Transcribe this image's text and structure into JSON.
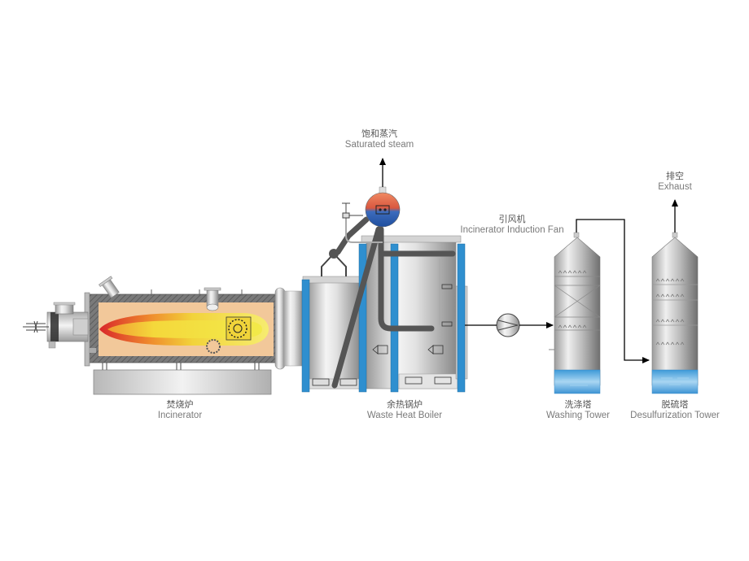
{
  "diagram": {
    "title": "Waste incineration and heat recovery process flow",
    "colors": {
      "flame_outer": "#d9262a",
      "flame_inner": "#f2e63a",
      "refractory": "#f2c89a",
      "steel_blue": "#2f8fcf",
      "water": "#4aa6e0",
      "steam_hot": "#e8714e",
      "steam_cold": "#2a5fb0",
      "flow_line": "#000000"
    },
    "nodes": [
      {
        "id": "incinerator",
        "label_cn": "焚烧炉",
        "label_en": "Incinerator"
      },
      {
        "id": "waste-heat-boiler",
        "label_cn": "余热锅炉",
        "label_en": "Waste Heat Boiler"
      },
      {
        "id": "saturated-steam",
        "label_cn": "饱和蒸汽",
        "label_en": "Saturated steam"
      },
      {
        "id": "induction-fan",
        "label_cn": "引风机",
        "label_en": "Incinerator Induction Fan"
      },
      {
        "id": "washing-tower",
        "label_cn": "洗涤塔",
        "label_en": "Washing Tower"
      },
      {
        "id": "desulfurization-tower",
        "label_cn": "脱硫塔",
        "label_en": "Desulfurization Tower"
      },
      {
        "id": "exhaust",
        "label_cn": "排空",
        "label_en": "Exhaust"
      }
    ],
    "edges": [
      {
        "from": "incinerator",
        "to": "waste-heat-boiler"
      },
      {
        "from": "waste-heat-boiler",
        "to": "saturated-steam"
      },
      {
        "from": "waste-heat-boiler",
        "to": "induction-fan"
      },
      {
        "from": "induction-fan",
        "to": "washing-tower"
      },
      {
        "from": "washing-tower",
        "to": "desulfurization-tower"
      },
      {
        "from": "desulfurization-tower",
        "to": "exhaust"
      }
    ]
  }
}
